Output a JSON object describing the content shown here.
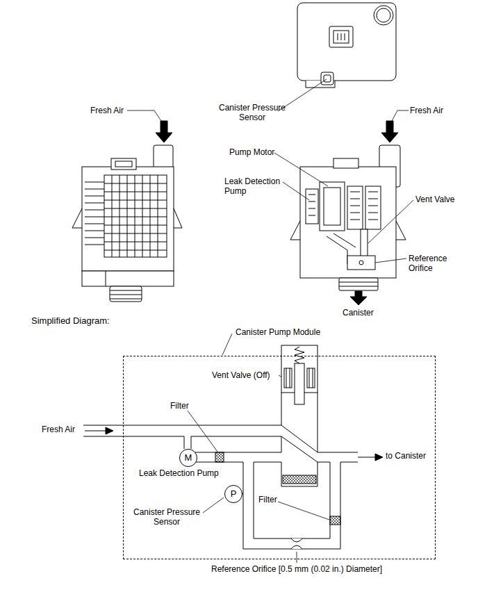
{
  "diagram": {
    "nodes": [
      {
        "text": [
          "Canister Pump Module"
        ]
      },
      {
        "text": [
          "M"
        ],
        "in": 0
      },
      {
        "text": [
          "P"
        ],
        "in": 0
      }
    ],
    "labels": [
      "Fresh Air",
      "Canister Pressure Sensor",
      "Fresh Air",
      "Pump Motor",
      "Leak Detection Pump",
      "Vent Valve",
      "Reference Orifice",
      "Canister",
      "Simplified Diagram:",
      "Vent Valve (Off)",
      "Filter",
      "Fresh Air",
      "to Canister",
      "Leak Detection Pump",
      "Canister Pressure Sensor",
      "Filter",
      "Reference Orifice [0.5 mm (0.02 in.) Diameter]"
    ]
  }
}
